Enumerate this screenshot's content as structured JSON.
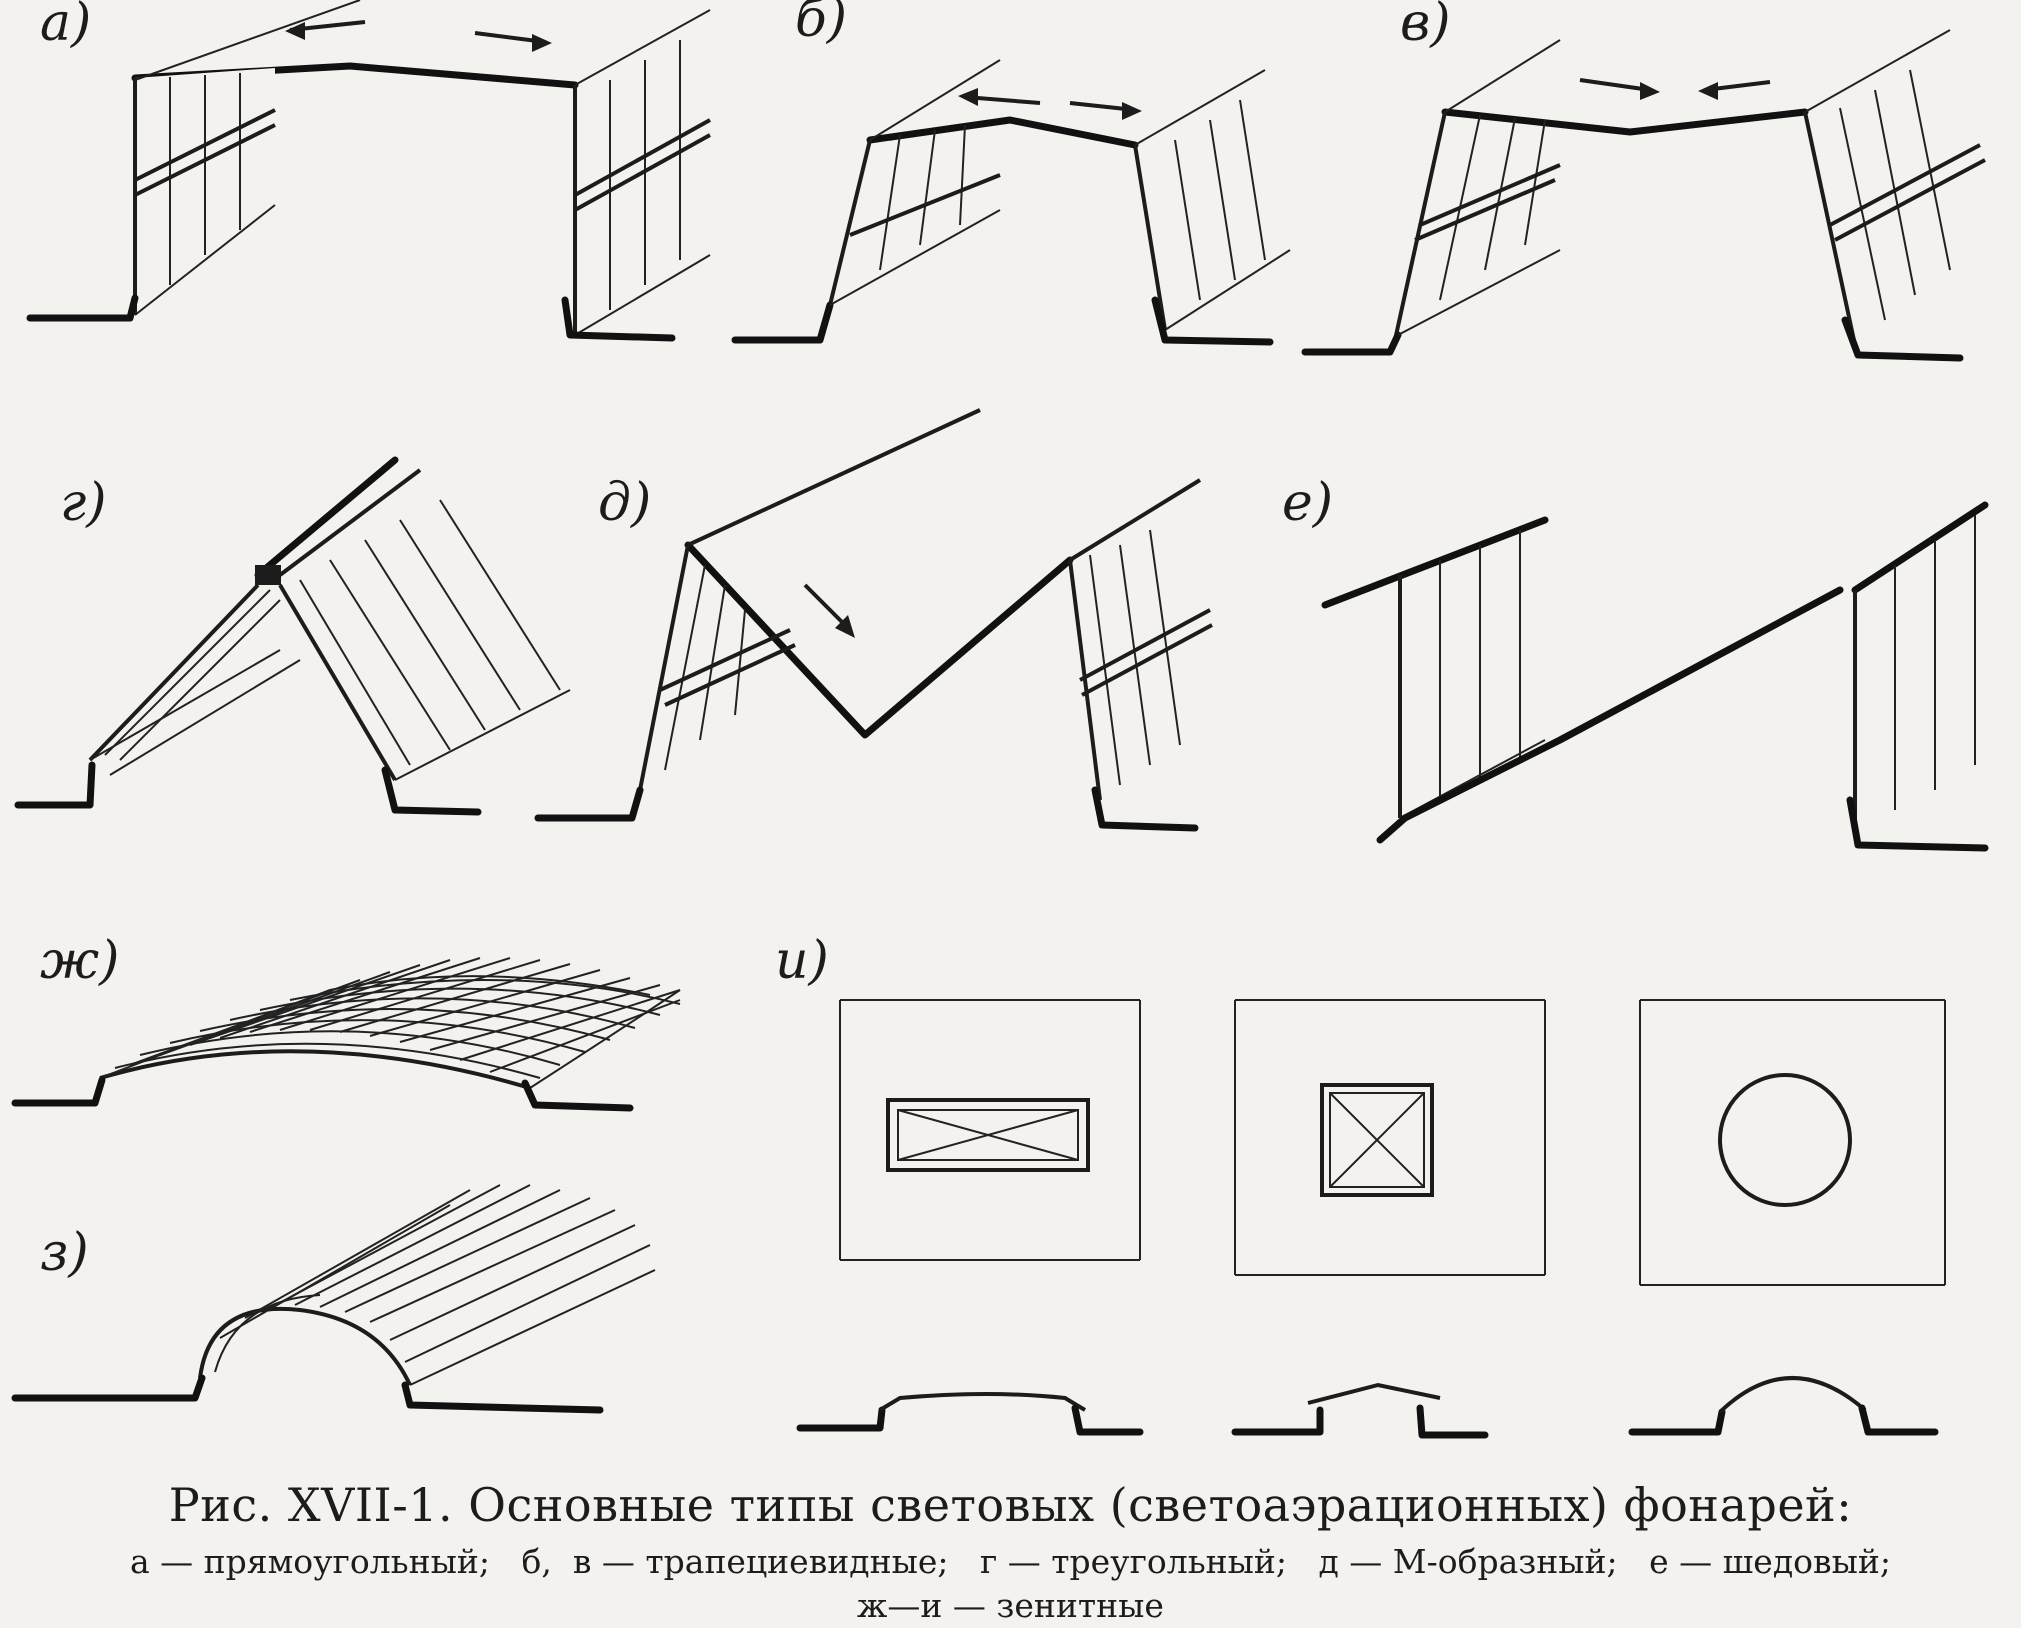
{
  "panel_labels": {
    "a": "а)",
    "b": "б)",
    "v": "в)",
    "g": "г)",
    "d": "д)",
    "e": "е)",
    "zh": "ж)",
    "z": "з)",
    "i": "и)"
  },
  "caption": {
    "title": "Рис. XVII-1. Основные типы световых (светоаэрационных) фонарей:",
    "legend_line1": "а — прямоугольный;   б,  в — трапециевидные;   г — треугольный;   д — М-образный;   е — шедовый;",
    "legend_line2": "ж—и — зенитные"
  }
}
